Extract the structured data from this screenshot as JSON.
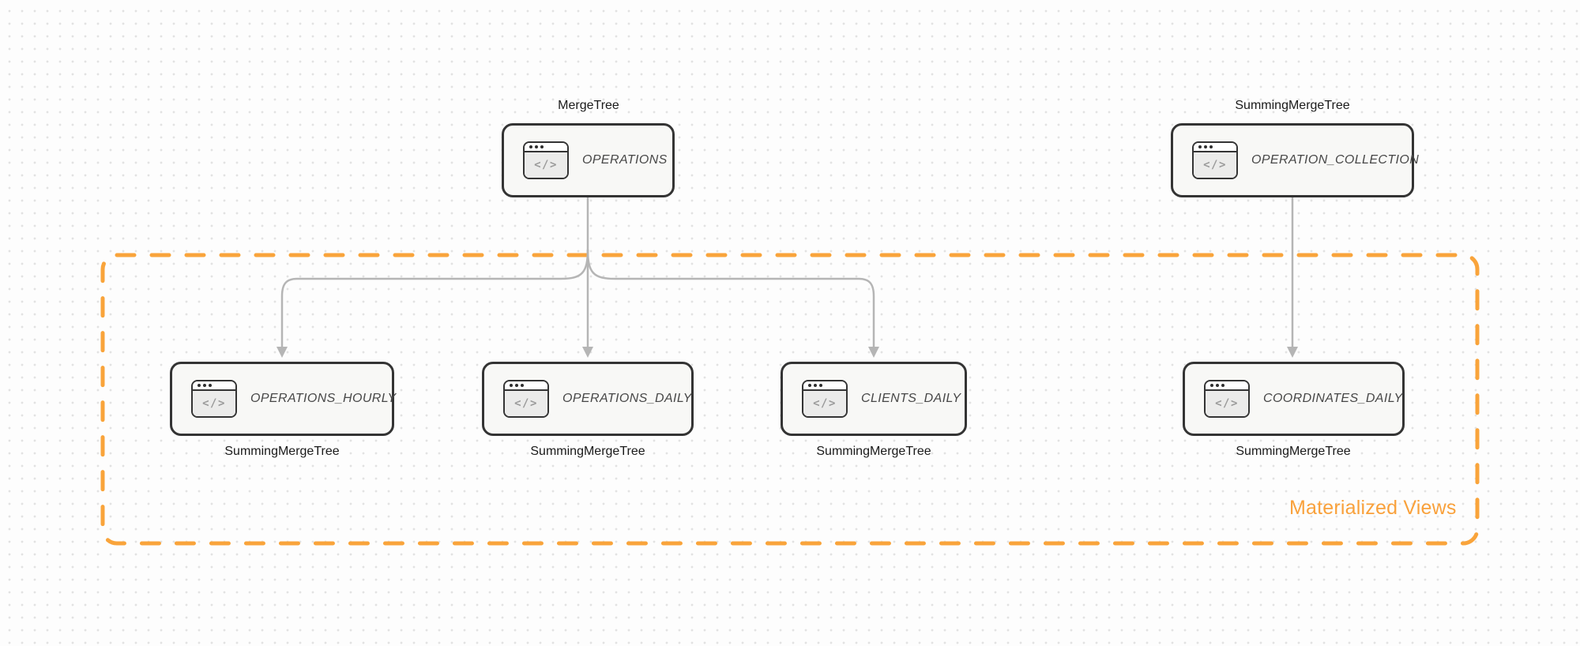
{
  "colors": {
    "background": "#fdfdfd",
    "dot": "#e2e2e2",
    "accent": "#F9A43B",
    "accent_text": "#F9A13B",
    "edge": "#b5b5b5",
    "node_border": "#343434",
    "node_fill": "#f8f8f6",
    "node_text": "#474747",
    "label_text": "#1a1a1a",
    "icon_body": "#ebebea",
    "icon_glyph_color": "#9a9a9a"
  },
  "region_label": "Materialized Views",
  "icon_glyph": "</>",
  "nodes": {
    "operations": {
      "name": "OPERATIONS",
      "engine": "MergeTree"
    },
    "operation_collection": {
      "name": "OPERATION_COLLECTION",
      "engine": "SummingMergeTree"
    },
    "operations_hourly": {
      "name": "OPERATIONS_HOURLY",
      "engine": "SummingMergeTree"
    },
    "operations_daily": {
      "name": "OPERATIONS_DAILY",
      "engine": "SummingMergeTree"
    },
    "clients_daily": {
      "name": "CLIENTS_DAILY",
      "engine": "SummingMergeTree"
    },
    "coordinates_daily": {
      "name": "COORDINATES_DAILY",
      "engine": "SummingMergeTree"
    }
  }
}
